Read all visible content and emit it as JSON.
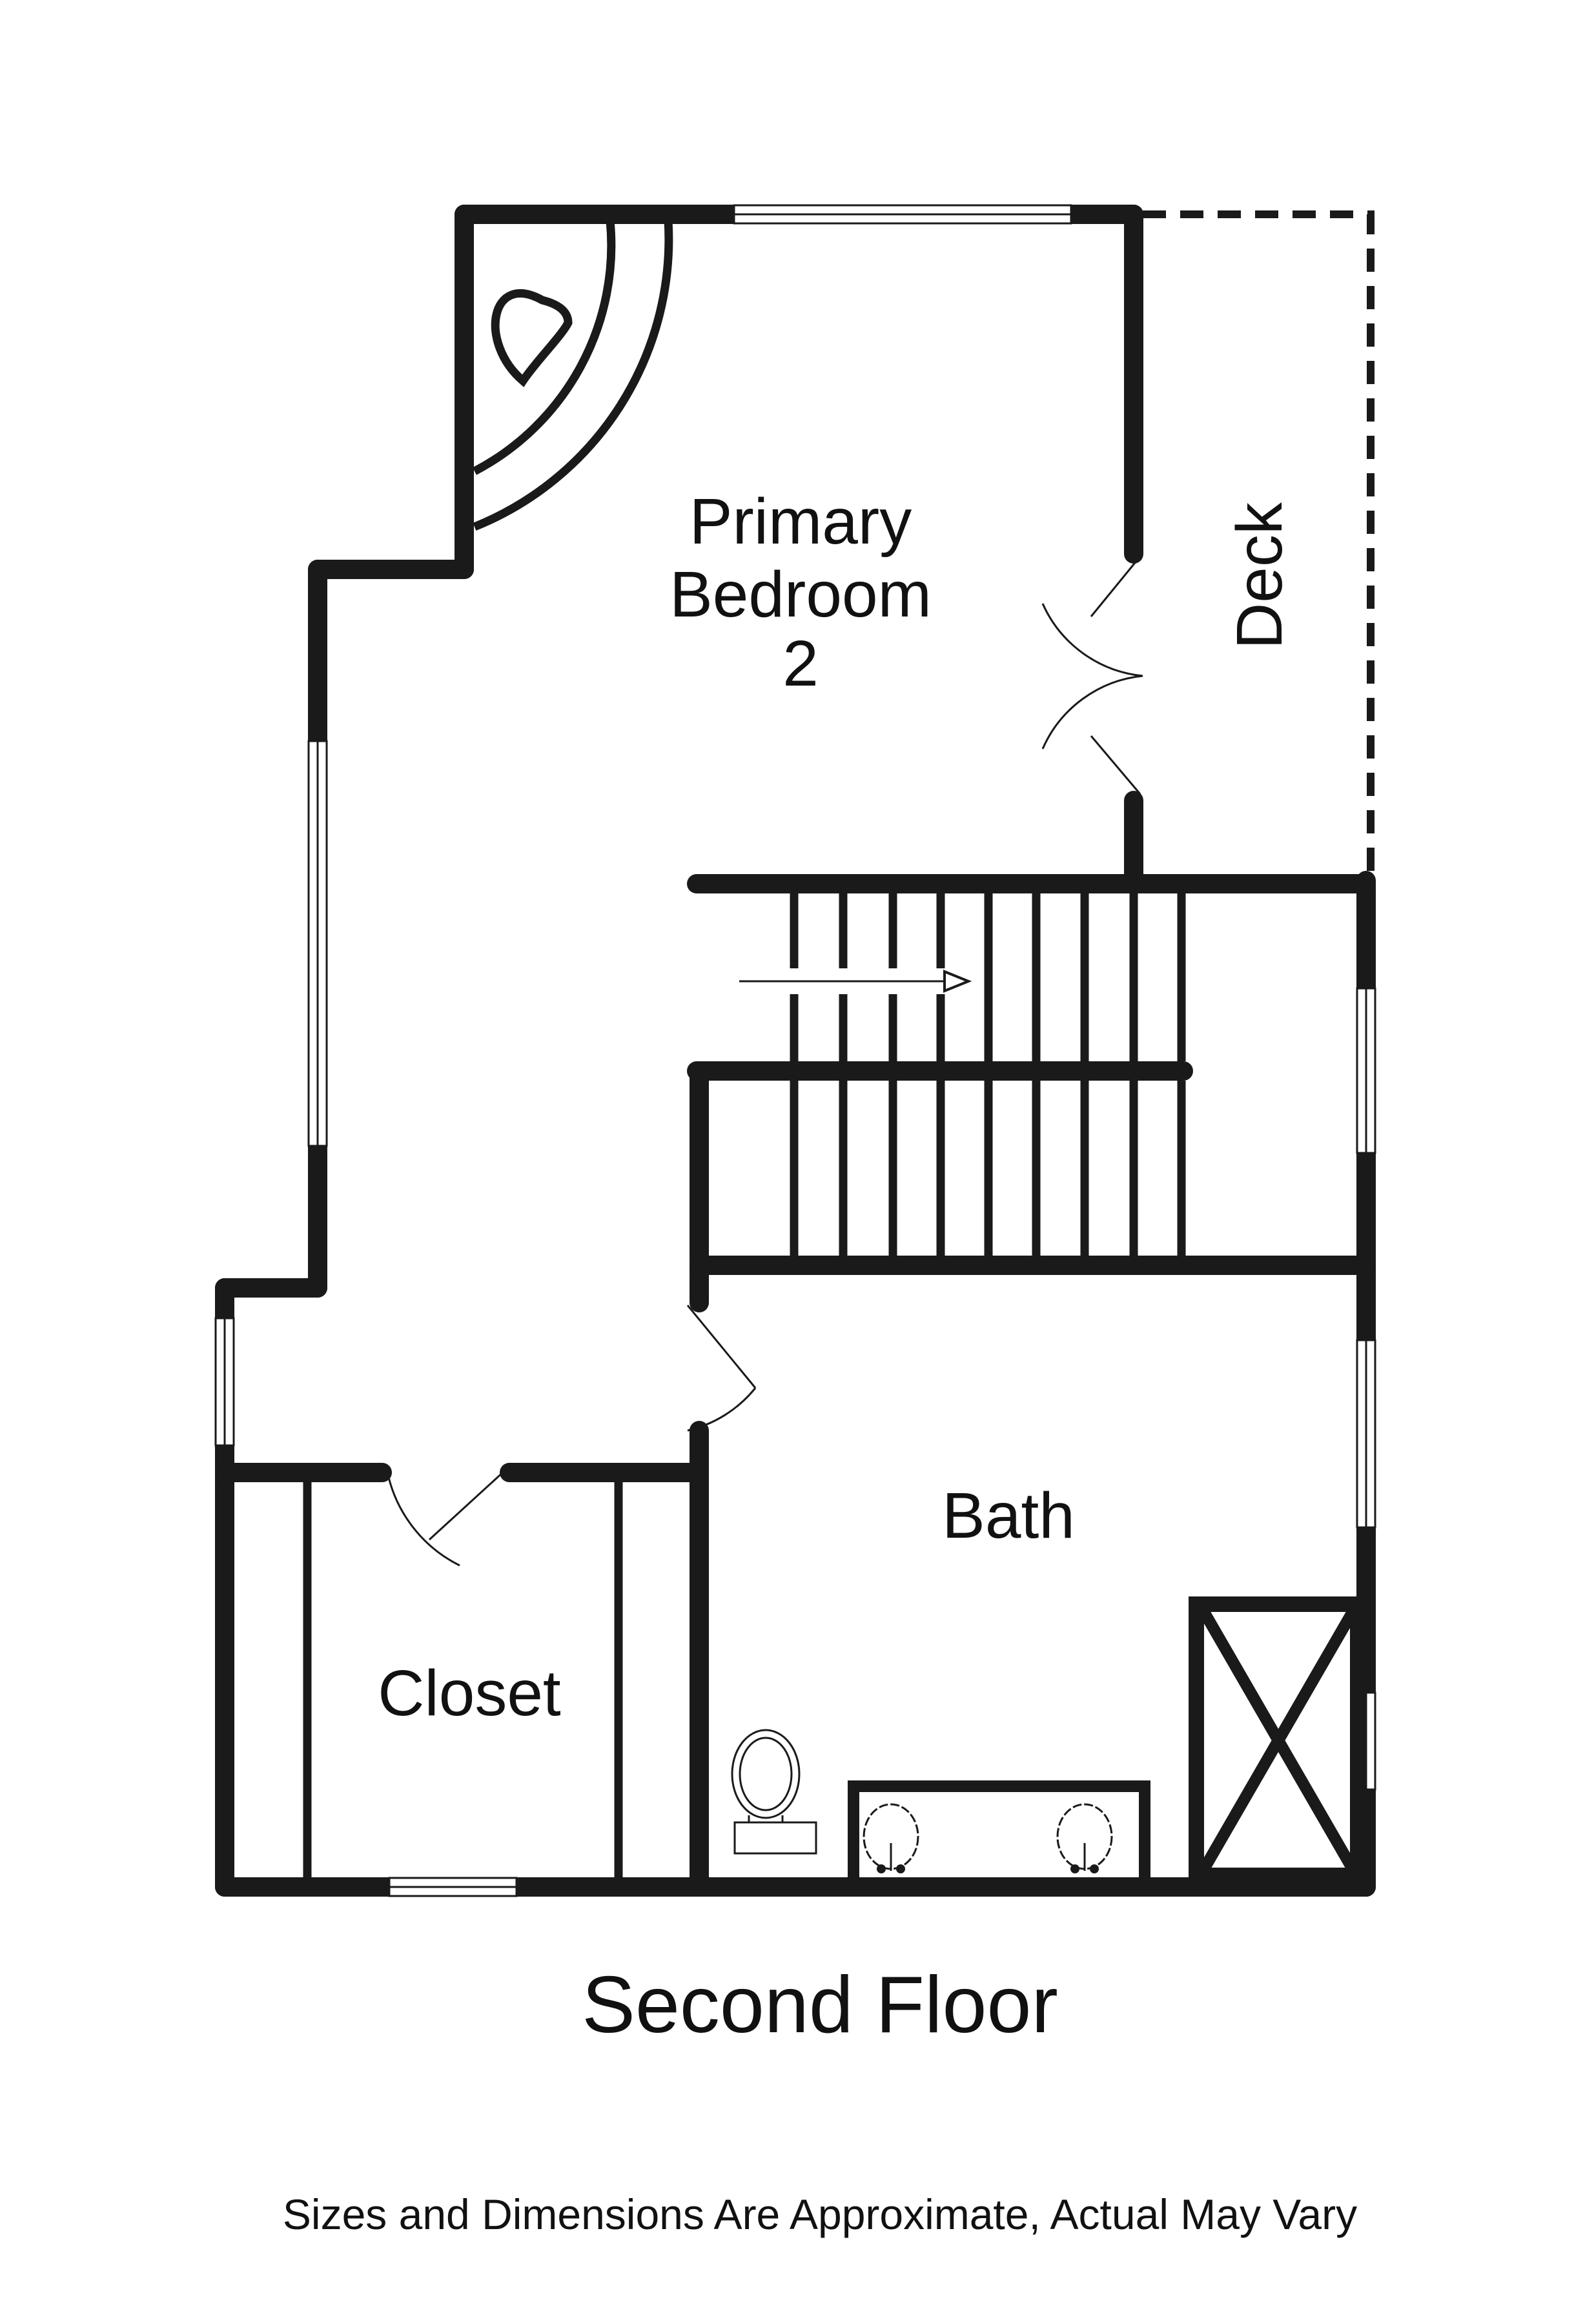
{
  "plan": {
    "title": "Second Floor",
    "disclaimer": "Sizes and Dimensions Are Approximate, Actual May Vary",
    "line_color": "#1a1a1a",
    "background": "#ffffff"
  },
  "rooms": {
    "primary_bedroom": {
      "line1": "Primary",
      "line2": "Bedroom",
      "line3": "2"
    },
    "deck": {
      "label": "Deck"
    },
    "bath": {
      "label": "Bath"
    },
    "closet": {
      "label": "Closet"
    }
  },
  "fixtures": {
    "stairs": {
      "direction": "down-arrow"
    },
    "shower": {
      "type": "shower-stall"
    },
    "vanity": {
      "sinks": 2
    },
    "toilet": {
      "count": 1
    },
    "tub": {
      "type": "corner-tub"
    }
  }
}
